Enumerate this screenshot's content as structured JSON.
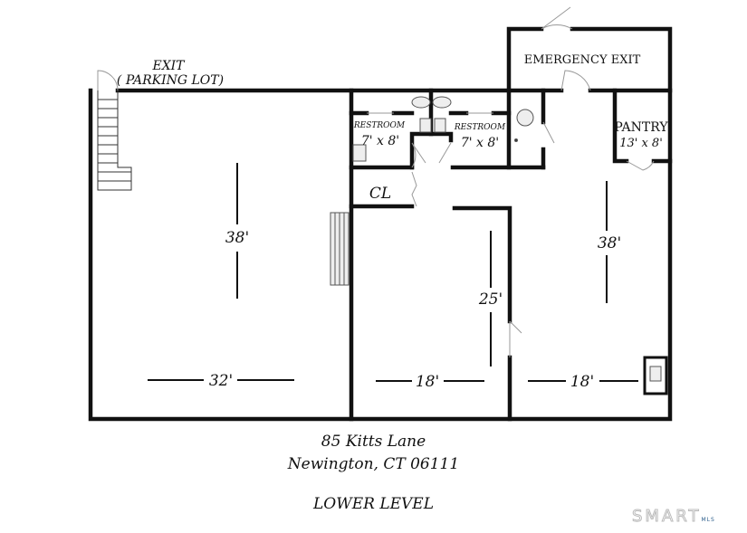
{
  "labels": {
    "exit": "EXIT",
    "exit_sub": "( PARKING LOT)",
    "emergency_exit": "EMERGENCY EXIT",
    "restroom_1": "RESTROOM",
    "restroom_1_size": "7' x 8'",
    "restroom_2": "RESTROOM",
    "restroom_2_size": "7' x 8'",
    "pantry": "PANTRY",
    "pantry_size": "13' x 8'",
    "closet": "CL"
  },
  "dimensions": {
    "left_height": "38'",
    "left_width": "32'",
    "middle_height": "25'",
    "middle_width": "18'",
    "right_height": "38'",
    "right_width": "18'"
  },
  "caption": {
    "address_line1": "85 Kitts Lane",
    "address_line2": "Newington, CT 06111",
    "level": "LOWER LEVEL"
  },
  "watermark": {
    "text": "SMART",
    "sub": "MLS"
  }
}
